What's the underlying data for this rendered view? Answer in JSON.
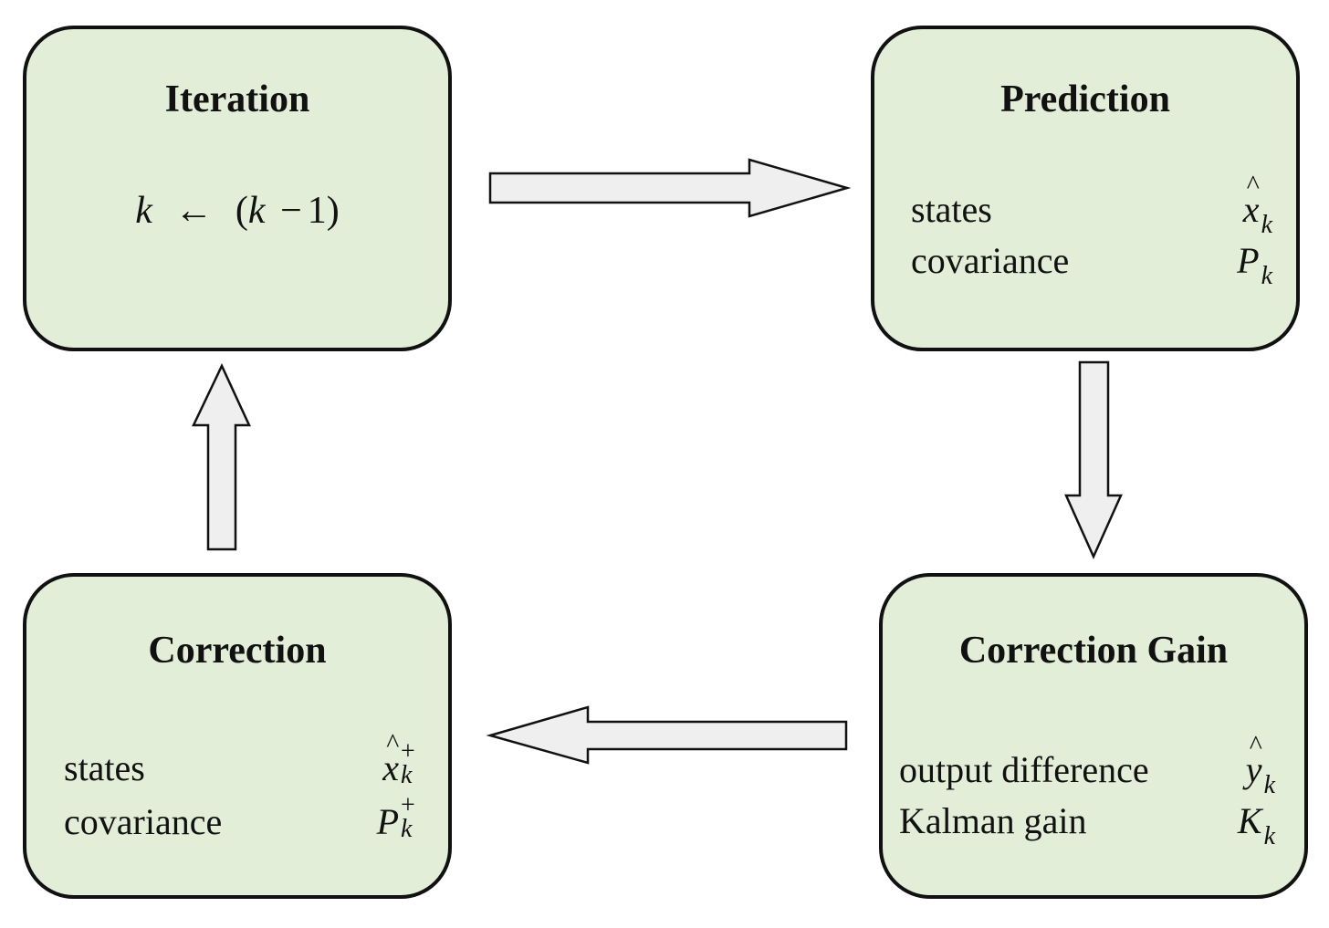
{
  "colors": {
    "box_fill": "#e2eed8",
    "box_stroke": "#111111",
    "arrow_fill": "#efefef"
  },
  "iteration": {
    "title": "Iteration",
    "formula_k": "k",
    "formula_arrow": "←",
    "formula_lparen": "(",
    "formula_k2": "k",
    "formula_minus": "−",
    "formula_one": "1",
    "formula_rparen": ")"
  },
  "prediction": {
    "title": "Prediction",
    "rows": [
      {
        "label": "states",
        "symbol": "x",
        "sub": "k"
      },
      {
        "label": "covariance",
        "symbol": "P",
        "sub": "k"
      }
    ]
  },
  "correction_gain": {
    "title": "Correction Gain",
    "rows": [
      {
        "label": "output difference",
        "symbol": "y",
        "sub": "k"
      },
      {
        "label": "Kalman gain",
        "symbol": "K",
        "sub": "k"
      }
    ]
  },
  "correction": {
    "title": "Correction",
    "rows": [
      {
        "label": "states",
        "symbol": "x",
        "sup": "+",
        "sub": "k"
      },
      {
        "label": "covariance",
        "symbol": "P",
        "sup": "+",
        "sub": "k"
      }
    ]
  },
  "arrows": [
    {
      "name": "arrow-iteration-to-prediction",
      "direction": "right"
    },
    {
      "name": "arrow-prediction-to-correction-gain",
      "direction": "down"
    },
    {
      "name": "arrow-correction-gain-to-correction",
      "direction": "left"
    },
    {
      "name": "arrow-correction-to-iteration",
      "direction": "up"
    }
  ]
}
